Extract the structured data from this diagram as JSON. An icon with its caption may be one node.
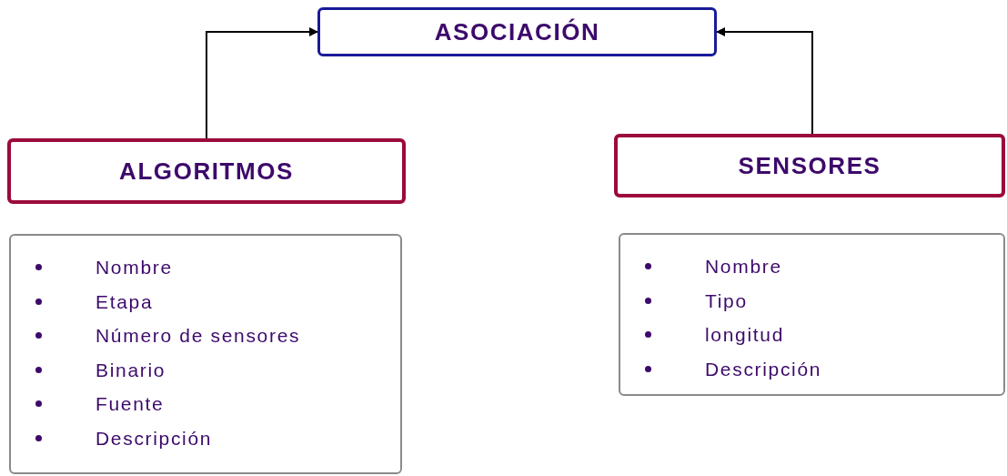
{
  "diagram": {
    "nodes": [
      {
        "text": [
          "ASOCIACIÓN"
        ]
      },
      {
        "text": [
          "ALGORITMOS"
        ]
      },
      {
        "text": [
          "SENSORES"
        ]
      },
      {
        "text": [
          "Nombre",
          "Etapa",
          "Número de sensores",
          "Binario",
          "Fuente",
          "Descripción"
        ]
      },
      {
        "text": [
          "Nombre",
          "Tipo",
          "longitud",
          "Descripción"
        ]
      }
    ],
    "edges": [
      {
        "from": 1,
        "to": 0,
        "arrow": "to"
      },
      {
        "from": 2,
        "to": 0,
        "arrow": "to"
      }
    ]
  }
}
